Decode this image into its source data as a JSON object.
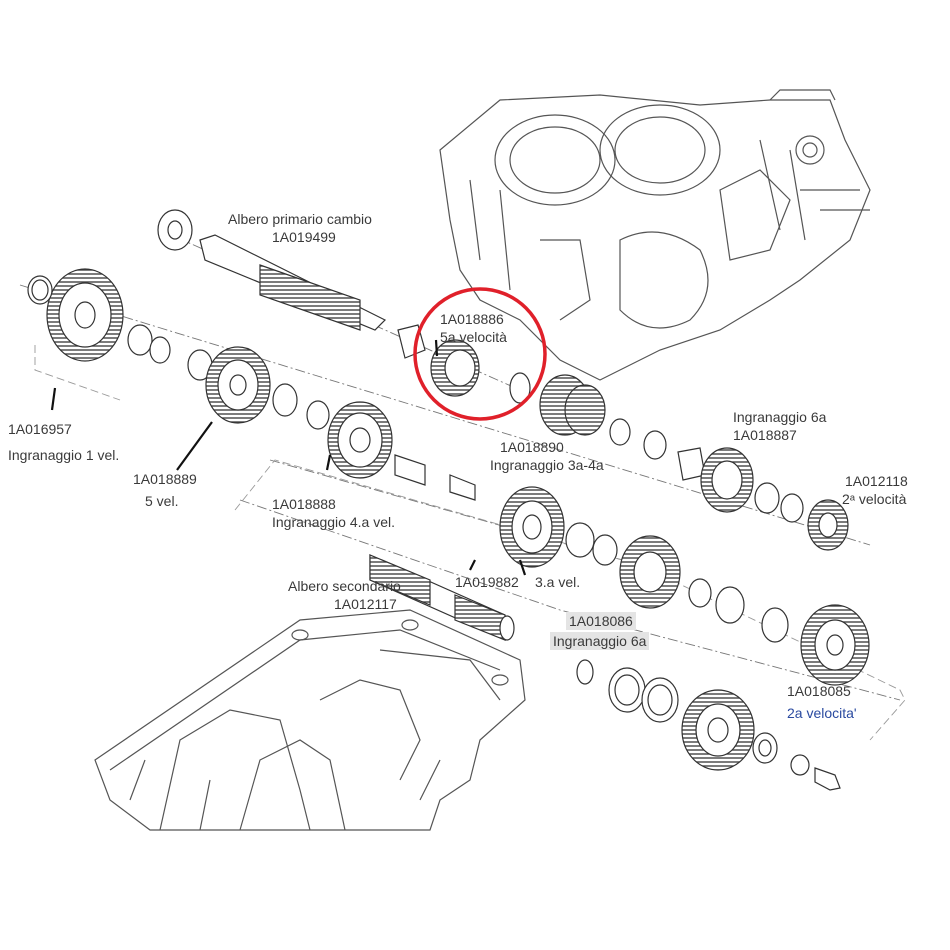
{
  "labels": {
    "primary_shaft": {
      "name": "Albero primario cambio",
      "code": "1A019499"
    },
    "gear_5th_primary": {
      "code": "1A018886",
      "name": "5a velocità"
    },
    "gear_1st": {
      "code": "1A016957",
      "name": "Ingranaggio 1 vel."
    },
    "gear_5th_secondary": {
      "code": "1A018889",
      "name": "5 vel."
    },
    "gear_4th": {
      "code": "1A018888",
      "name": "Ingranaggio 4.a vel."
    },
    "gear_3rd_4th": {
      "code": "1A018890",
      "name": "Ingranaggio 3a-4a"
    },
    "gear_6th_primary": {
      "name": "Ingranaggio 6a",
      "code": "1A018887"
    },
    "gear_2nd_primary": {
      "code": "1A012118",
      "name": "2ᵃ velocità"
    },
    "secondary_shaft": {
      "name": "Albero secondario",
      "code": "1A012117"
    },
    "gear_3rd_secondary": {
      "code": "1A019882",
      "name": "3.a vel."
    },
    "gear_6th_secondary": {
      "code": "1A018086",
      "name": "Ingranaggio 6a"
    },
    "gear_2nd_secondary": {
      "code": "1A018085",
      "name": "2a velocita'"
    }
  },
  "colors": {
    "highlight_circle": "#e0202a",
    "line": "#2b2b2b",
    "label_bg": "#e4e4e4"
  }
}
